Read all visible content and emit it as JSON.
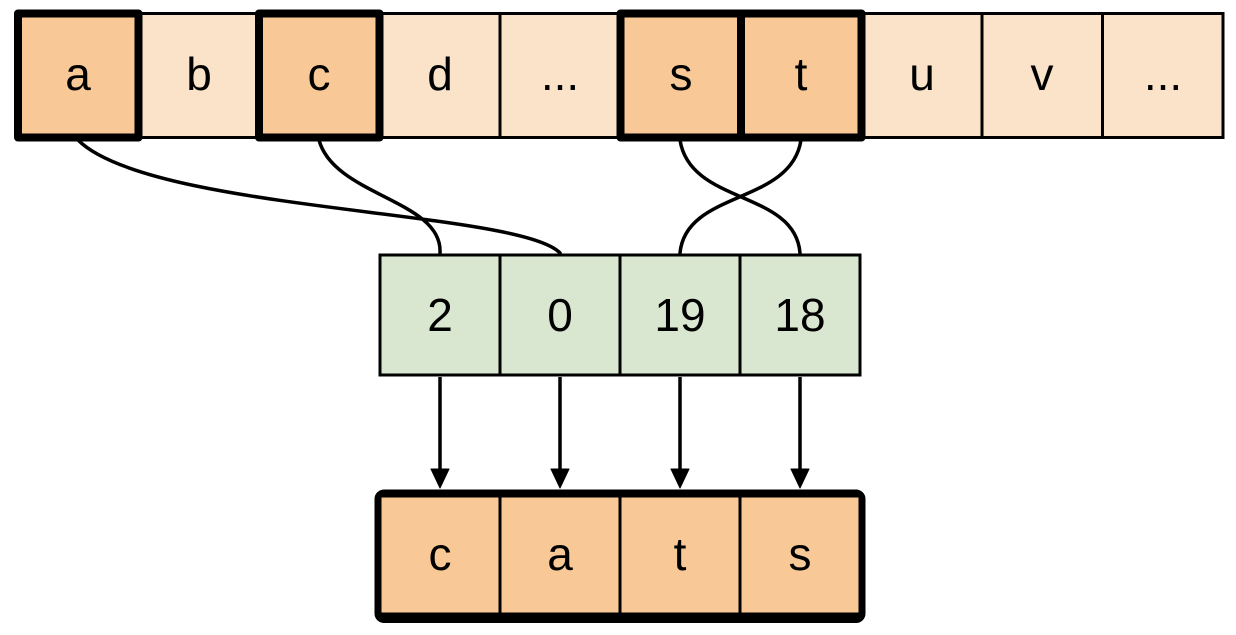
{
  "diagram": {
    "colors": {
      "background": "#ffffff",
      "cell_light": "#fbe3c9",
      "cell_highlight": "#f8c996",
      "index_fill": "#d9e7d0",
      "stroke": "#000000"
    },
    "alphabet_row": {
      "cells": [
        {
          "label": "a",
          "highlighted": true
        },
        {
          "label": "b",
          "highlighted": false
        },
        {
          "label": "c",
          "highlighted": true
        },
        {
          "label": "d",
          "highlighted": false
        },
        {
          "label": "...",
          "highlighted": false
        },
        {
          "label": "s",
          "highlighted": true
        },
        {
          "label": "t",
          "highlighted": true
        },
        {
          "label": "u",
          "highlighted": false
        },
        {
          "label": "v",
          "highlighted": false
        },
        {
          "label": "...",
          "highlighted": false
        }
      ]
    },
    "index_row": {
      "cells": [
        {
          "label": "2"
        },
        {
          "label": "0"
        },
        {
          "label": "19"
        },
        {
          "label": "18"
        }
      ]
    },
    "output_row": {
      "cells": [
        {
          "label": "c"
        },
        {
          "label": "a"
        },
        {
          "label": "t"
        },
        {
          "label": "s"
        }
      ]
    },
    "mappings": [
      {
        "from_letter": "a",
        "to_index": "0"
      },
      {
        "from_letter": "c",
        "to_index": "2"
      },
      {
        "from_letter": "s",
        "to_index": "18"
      },
      {
        "from_letter": "t",
        "to_index": "19"
      }
    ]
  }
}
